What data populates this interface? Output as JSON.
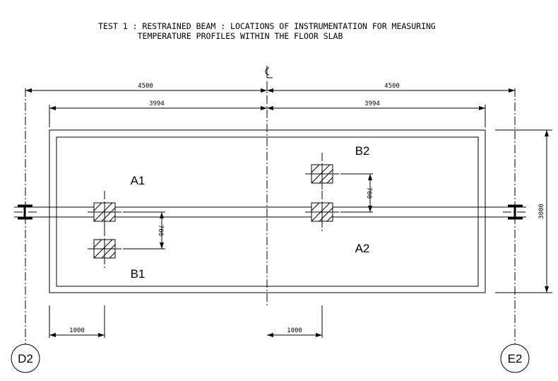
{
  "title": {
    "line1": "TEST 1 : RESTRAINED BEAM : LOCATIONS OF INSTRUMENTATION FOR MEASURING",
    "line2": "TEMPERATURE PROFILES WITHIN THE FLOOR SLAB"
  },
  "centerline_symbol": "CL",
  "dimensions": {
    "left_span": "4500",
    "right_span": "4500",
    "left_slab": "3994",
    "right_slab": "3994",
    "slab_width": "3000",
    "left_offset_700": "700",
    "right_offset_700": "700",
    "left_offset_1000": "1000",
    "right_offset_1000": "1000"
  },
  "locations": {
    "a1": "A1",
    "b1": "B1",
    "a2": "A2",
    "b2": "B2"
  },
  "gridlines": {
    "left": "D2",
    "right": "E2"
  }
}
